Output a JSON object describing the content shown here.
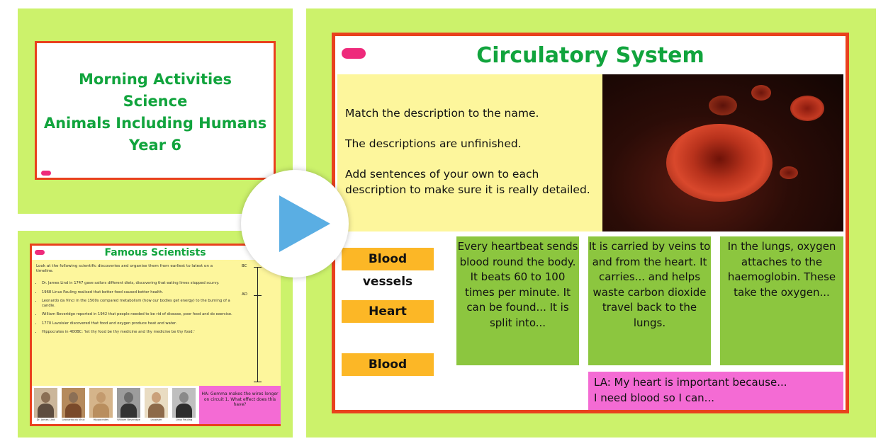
{
  "title_slide": {
    "lines": [
      "Morning Activities",
      "Science",
      "Animals Including Humans",
      "Year 6"
    ]
  },
  "scientists_slide": {
    "title": "Famous Scientists",
    "intro": "Look at the following scientific discoveries and organise them from earliest to latest on a timeline.",
    "timeline_labels": [
      "BC",
      "AD"
    ],
    "facts": [
      "Dr. James Lind in 1747 gave sailors different diets, discovering that eating limes stopped scurvy.",
      "1968 Linus Pauling realised that better food caused better health.",
      "Leonardo da Vinci in the 1500s compared metabolism (how our bodies get energy) to the burning of a candle.",
      "William Beveridge reported in 1942 that people needed to be rid of disease, poor food and do exercise.",
      "1770 Lavoisier discovered that food and oxygen produce heat and water.",
      "Hippocrates in 400BC: 'let thy food be thy medicine and thy medicine be thy food.'"
    ],
    "portraits": [
      "Dr. James Lind",
      "Leonardo da Vinci",
      "Hippocrates",
      "William Beveridge",
      "Lavoisier",
      "Linus Pauling"
    ],
    "ha_text": "HA: Gemma makes the wires longer on circuit 1. What effect does this have?"
  },
  "main_slide": {
    "title": "Circulatory System",
    "instructions": [
      "Match the description to the name.",
      "The descriptions are unfinished.",
      "Add sentences of your own to each description to make sure it is really detailed."
    ],
    "labels": [
      "Blood vessels",
      "Heart",
      "Blood"
    ],
    "descriptions": [
      "Every heartbeat sends blood round the body. It beats 60 to 100 times per minute. It can be found... It is split into...",
      "It is carried by veins to and from the heart. It carries... and helps waste carbon dioxide travel back to the lungs.",
      "In the lungs, oxygen attaches to the haemoglobin. These take the oxygen..."
    ],
    "la_lines": [
      "LA: My heart is important because...",
      "I need blood so I can..."
    ]
  },
  "colors": {
    "panel_bg": "#ccf26b",
    "title_green": "#11a43d",
    "border_orange": "#e9411d",
    "label_orange": "#fcb726",
    "desc_green": "#8cc63f",
    "la_pink": "#f46bd4",
    "play_blue": "#5aaee3"
  },
  "icons": {
    "play": "play-icon"
  }
}
